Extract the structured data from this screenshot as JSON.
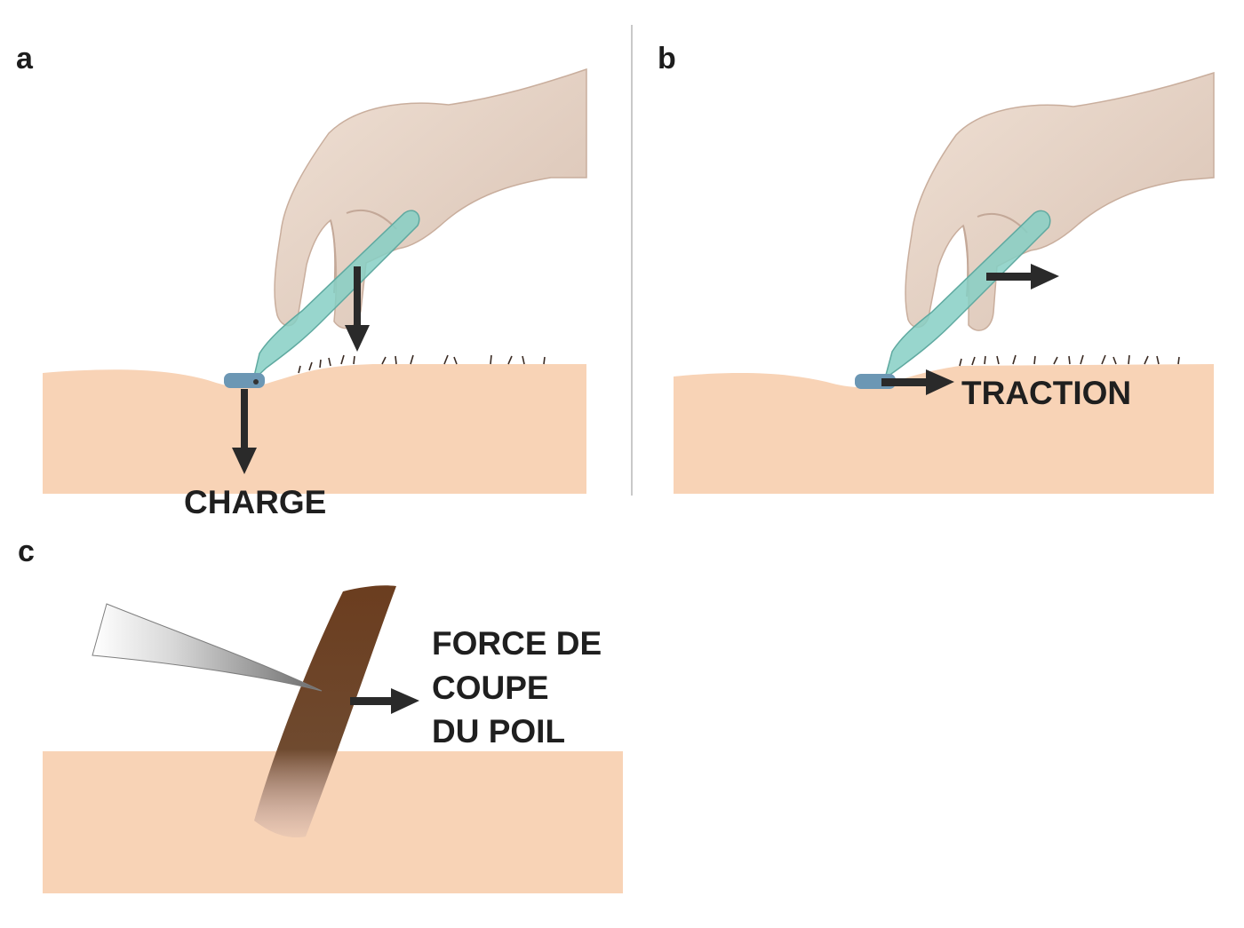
{
  "panels": {
    "a": {
      "label": "a",
      "callout": "CHARGE"
    },
    "b": {
      "label": "b",
      "callout": "TRACTION"
    },
    "c": {
      "label": "c",
      "callout_lines": [
        "FORCE DE",
        "COUPE",
        "DU POIL"
      ]
    }
  },
  "colors": {
    "skin": "#f8d3b6",
    "hand": "#e9d5c6",
    "hand_shadow": "#cdb3a4",
    "razor": "#86cfc4",
    "razor_head": "#6c97b4",
    "arrow": "#2a2a2a",
    "hair": "#6b3d1f",
    "divider": "#c9c9c9"
  },
  "icons": {
    "arrow_down": "arrow-down-icon",
    "arrow_right": "arrow-right-icon"
  }
}
